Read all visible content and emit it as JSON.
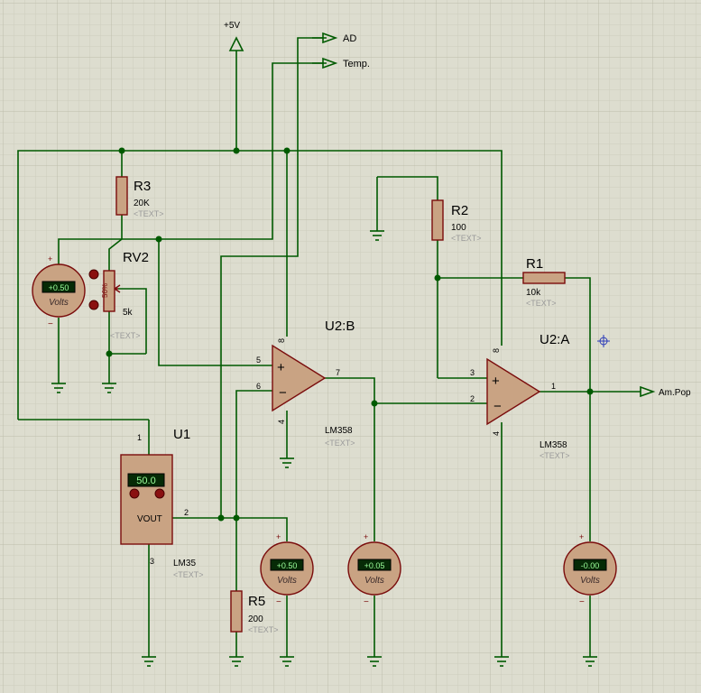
{
  "power": {
    "vcc_label": "+5V"
  },
  "terminals": {
    "ad": "AD",
    "temp": "Temp.",
    "amp_out": "Am.Pop"
  },
  "placeholder_text": "<TEXT>",
  "components": {
    "r3": {
      "ref": "R3",
      "value": "20K"
    },
    "rv2": {
      "ref": "RV2",
      "value": "5k",
      "wiper": "56%"
    },
    "r2": {
      "ref": "R2",
      "value": "100"
    },
    "r1": {
      "ref": "R1",
      "value": "10k"
    },
    "r5": {
      "ref": "R5",
      "value": "200"
    },
    "u1": {
      "ref": "U1",
      "type": "LM35",
      "display": "50.0",
      "pin_out": "VOUT",
      "pin1": "1",
      "pin2": "2",
      "pin3": "3"
    },
    "u2b": {
      "ref": "U2:B",
      "type": "LM358",
      "pin_plus": "5",
      "pin_minus": "6",
      "pin_out": "7",
      "pin_vcc": "8",
      "pin_gnd": "4"
    },
    "u2a": {
      "ref": "U2:A",
      "type": "LM358",
      "pin_plus": "3",
      "pin_minus": "2",
      "pin_out": "1",
      "pin_vcc": "8",
      "pin_gnd": "4"
    }
  },
  "voltmeters": {
    "vm1": {
      "reading": "+0.50",
      "unit": "Volts"
    },
    "vm2": {
      "reading": "+0.50",
      "unit": "Volts"
    },
    "vm3": {
      "reading": "+0.05",
      "unit": "Volts"
    },
    "vm4": {
      "reading": "-0.00",
      "unit": "Volts"
    }
  },
  "colors": {
    "background": "#ddddcf",
    "grid_minor": "#cdcdbd",
    "grid_major": "#bdbdab",
    "wire": "#005a00",
    "part_outline": "#7a0c0c",
    "part_fill": "#c9a383",
    "label": "#000000",
    "ghost_text": "#9a9a9a",
    "display_bg": "#062a06",
    "display_fg": "#9cff9c"
  }
}
